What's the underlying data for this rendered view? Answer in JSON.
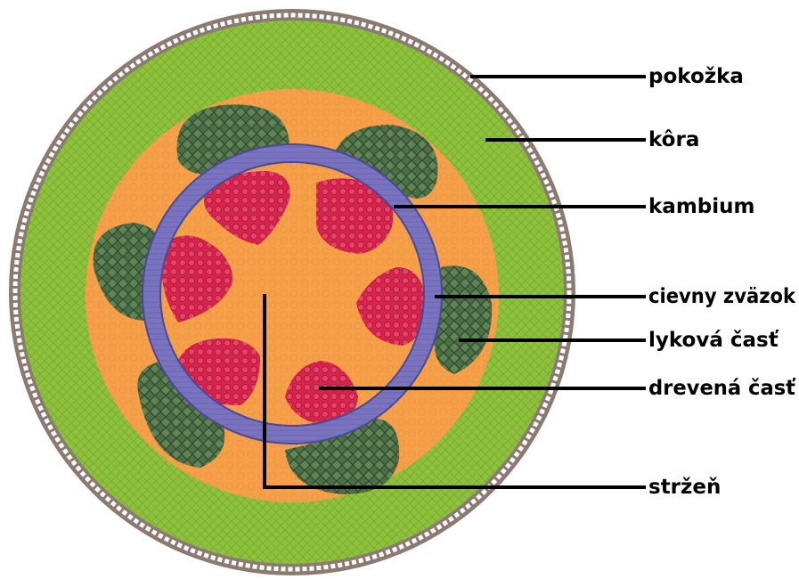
{
  "labels": {
    "pokozka": "pokožka",
    "kora": "kôra",
    "kambium": "kambium",
    "cievny_zvazok": "cievny zväzok",
    "lykova_cast": "lyková časť",
    "drevena_cast": "drevená časť",
    "strzen": "stržeň"
  },
  "colors": {
    "epidermis": "#8a7a72",
    "cortex": "#8fc23c",
    "pith": "#f7a04a",
    "phloem": "#4e6e48",
    "xylem": "#d8234c",
    "cambium": "#7a74c0",
    "leader": "#000000"
  }
}
